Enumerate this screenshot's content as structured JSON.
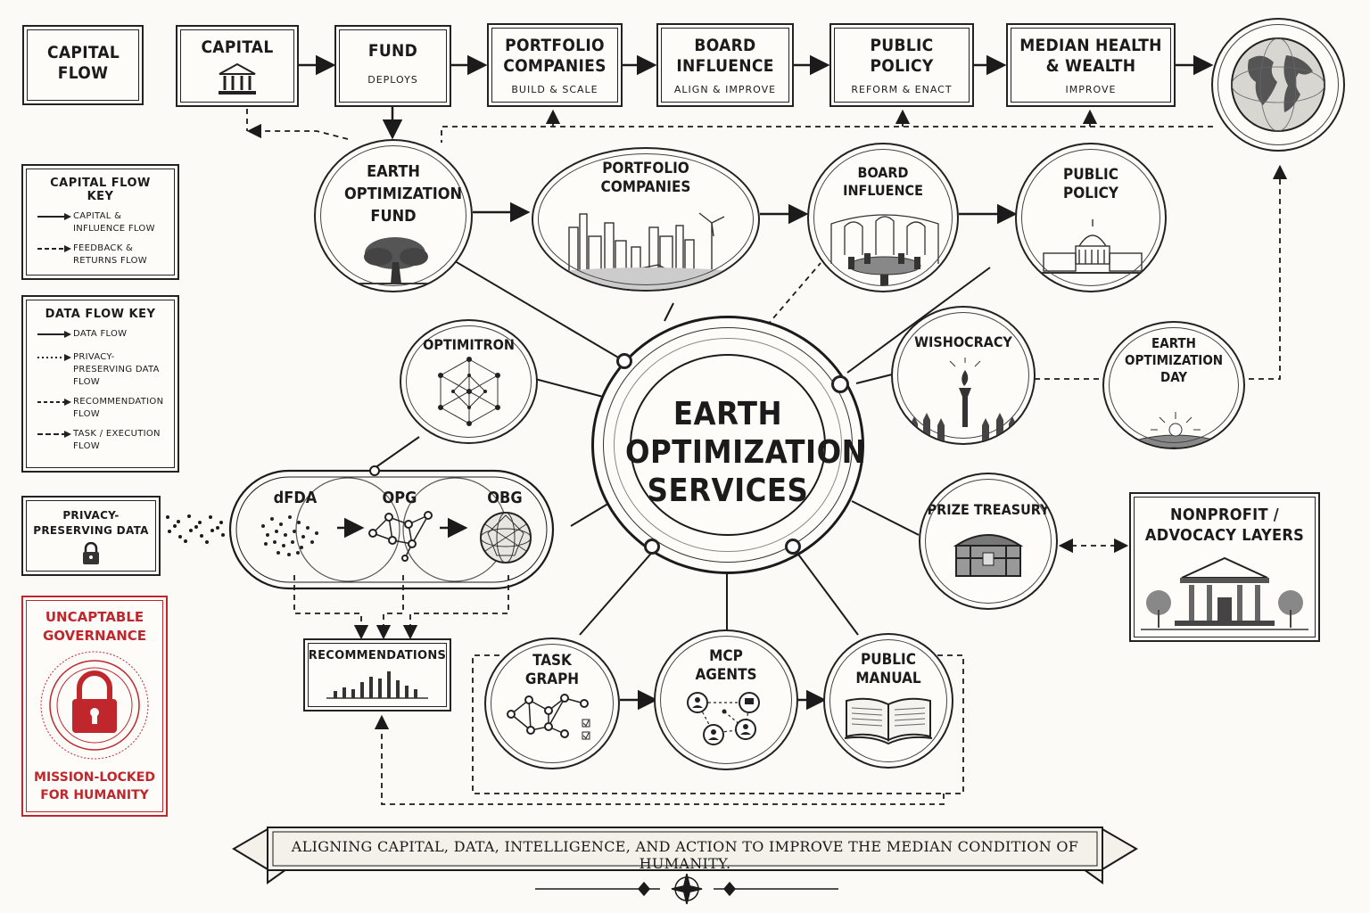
{
  "top_flow": {
    "header": "CAPITAL FLOW",
    "steps": [
      {
        "title": "CAPITAL",
        "sub": ""
      },
      {
        "title": "FUND",
        "sub": "DEPLOYS"
      },
      {
        "title": "PORTFOLIO COMPANIES",
        "sub": "BUILD & SCALE"
      },
      {
        "title": "BOARD INFLUENCE",
        "sub": "ALIGN & IMPROVE"
      },
      {
        "title": "PUBLIC POLICY",
        "sub": "REFORM & ENACT"
      },
      {
        "title": "MEDIAN HEALTH & WEALTH",
        "sub": "IMPROVE"
      }
    ]
  },
  "capital_key": {
    "title": "CAPITAL FLOW KEY",
    "items": [
      "CAPITAL & INFLUENCE FLOW",
      "FEEDBACK & RETURNS FLOW"
    ]
  },
  "data_key": {
    "title": "DATA FLOW KEY",
    "items": [
      "DATA FLOW",
      "PRIVACY-PRESERVING DATA FLOW",
      "RECOMMENDATION FLOW",
      "TASK / EXECUTION FLOW"
    ]
  },
  "privacy_box": {
    "label": "PRIVACY-PRESERVING DATA"
  },
  "governance": {
    "title": "UNCAPTABLE GOVERNANCE",
    "sub": "MISSION-LOCKED FOR HUMANITY",
    "color": "#c0272d"
  },
  "nodes": {
    "fund": "EARTH OPTIMIZATION FUND",
    "portfolio": "PORTFOLIO COMPANIES",
    "board": "BOARD INFLUENCE",
    "policy": "PUBLIC POLICY",
    "optimitron": "OPTIMITRON",
    "center": "EARTH OPTIMIZATION SERVICES",
    "wishocracy": "WISHOCRACY",
    "day": "EARTH OPTIMIZATION DAY",
    "prize": "PRIZE TREASURY",
    "nonprofit": "NONPROFIT / ADVOCACY LAYERS",
    "task": "TASK GRAPH",
    "mcp": "MCP AGENTS",
    "manual": "PUBLIC MANUAL",
    "recommendations": "RECOMMENDATIONS"
  },
  "pipeline": [
    "dFDA",
    "OPG",
    "OBG"
  ],
  "banner": "ALIGNING CAPITAL, DATA, INTELLIGENCE, AND ACTION TO IMPROVE THE MEDIAN CONDITION OF HUMANITY."
}
